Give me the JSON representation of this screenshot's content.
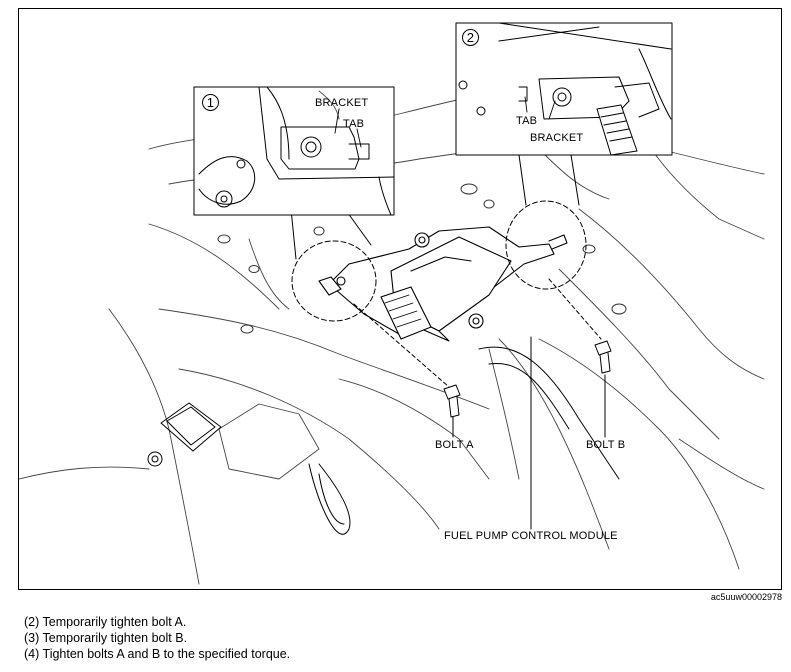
{
  "figure": {
    "callout_1_number": "1",
    "callout_2_number": "2",
    "callout_1_bracket": "BRACKET",
    "callout_1_tab": "TAB",
    "callout_2_tab": "TAB",
    "callout_2_bracket": "BRACKET",
    "bolt_a": "BOLT A",
    "bolt_b": "BOLT B",
    "module": "FUEL PUMP CONTROL MODULE",
    "figure_id": "ac5uuw00002978"
  },
  "steps": [
    "(2) Temporarily tighten bolt A.",
    "(3) Temporarily tighten bolt B.",
    "(4) Tighten bolts A and B to the specified torque."
  ]
}
